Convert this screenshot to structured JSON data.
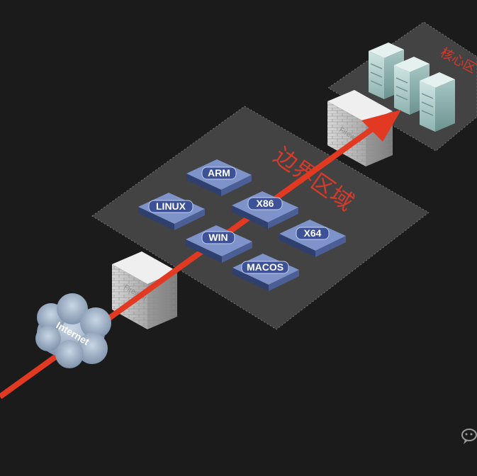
{
  "edge_zone": {
    "label": "边界区域"
  },
  "core_zone": {
    "label": "核心区"
  },
  "internet": {
    "label": "Internet"
  },
  "firewalls": [
    {
      "label": "Firewall"
    },
    {
      "label": "Firewall"
    }
  ],
  "servers": [
    {
      "label": "ARM"
    },
    {
      "label": "LINUX"
    },
    {
      "label": "X86"
    },
    {
      "label": "WIN"
    },
    {
      "label": "X64"
    },
    {
      "label": "MACOS"
    }
  ],
  "colors": {
    "arrow": "#e23a22",
    "zone_text": "#d63a2c",
    "server_top": "#6f86c0",
    "server_side": "#3b4d86",
    "background": "#1b1b1b"
  },
  "watermark": {
    "icon": "wechat-icon"
  }
}
